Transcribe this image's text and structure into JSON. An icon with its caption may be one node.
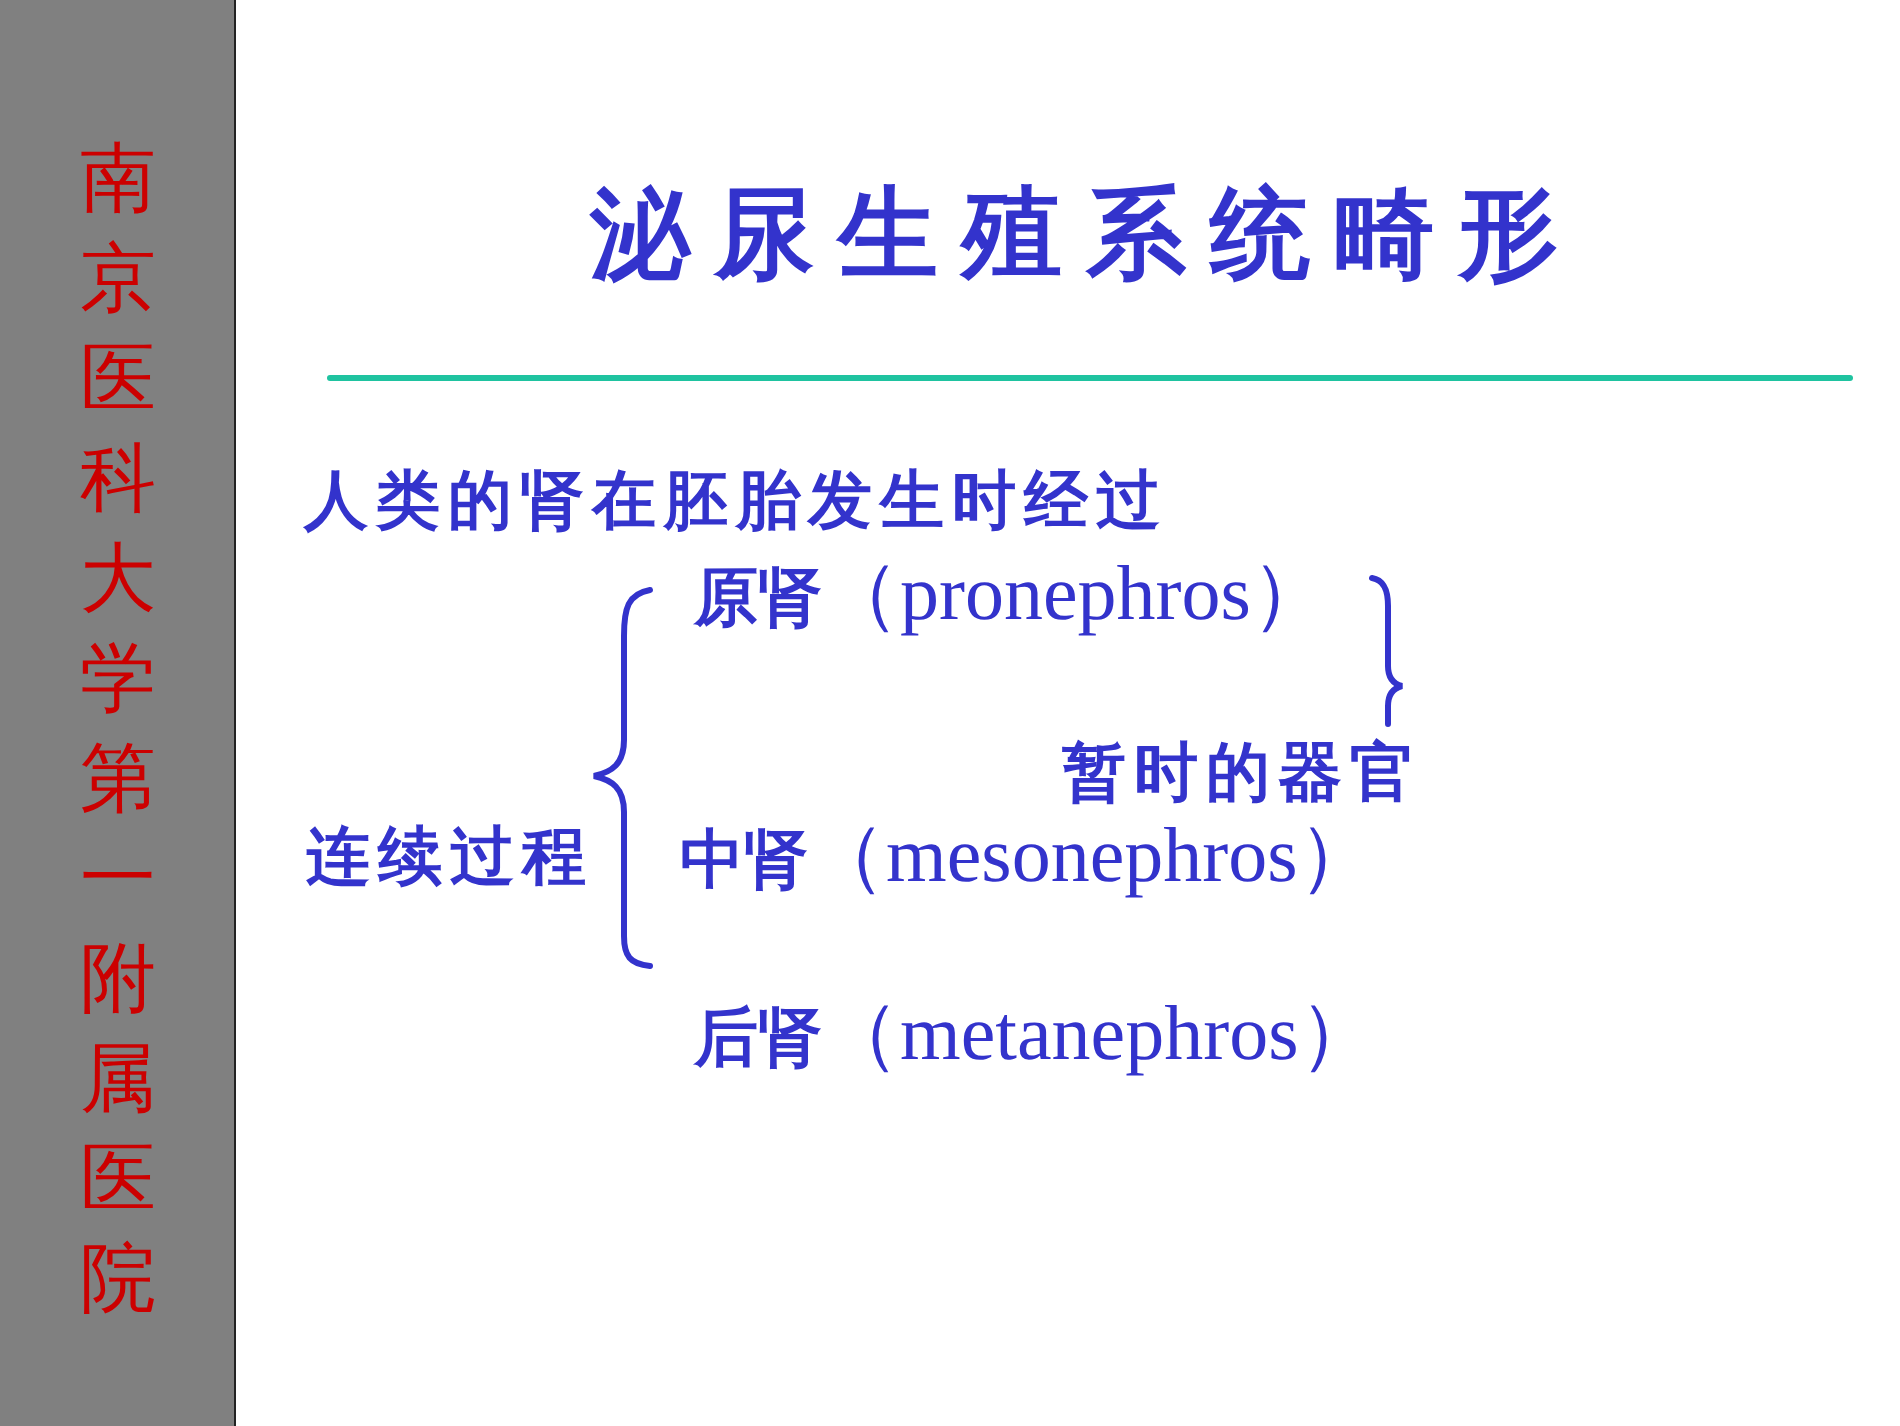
{
  "diagram": {
    "title": "泌尿生殖系统畸形",
    "nodes": [
      {
        "text": [
          "南京医科大学第一附属医院"
        ]
      }
    ],
    "labels": [
      "人类的肾在胚胎发生时经过",
      "**原肾**（pronephros）",
      "暂时的器官",
      "连续过程",
      "**中肾**（mesonephros）",
      "**后肾**（metanephros）"
    ]
  }
}
